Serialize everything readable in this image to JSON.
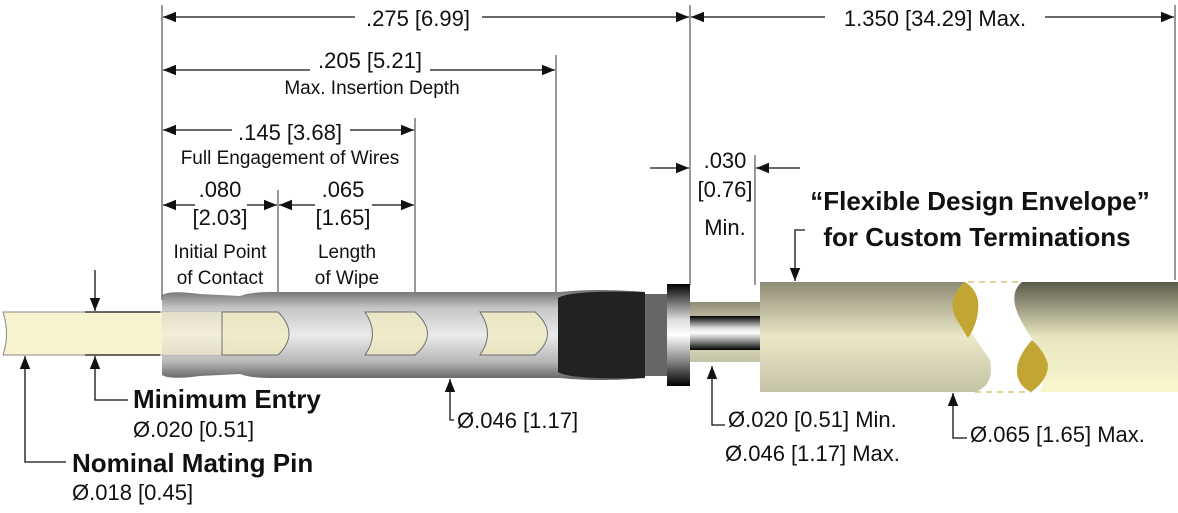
{
  "dimensions": {
    "overall_length": ".275 [6.99]",
    "max_insertion": ".205 [5.21]",
    "max_insertion_label": "Max. Insertion Depth",
    "full_engagement": ".145 [3.68]",
    "full_engagement_label": "Full Engagement of Wires",
    "initial_contact": ".080",
    "initial_contact_mm": "[2.03]",
    "initial_contact_label_1": "Initial Point",
    "initial_contact_label_2": "of Contact",
    "wipe": ".065",
    "wipe_mm": "[1.65]",
    "wipe_label_1": "Length",
    "wipe_label_2": "of Wipe",
    "envelope_length": "1.350 [34.29] Max.",
    "gap": ".030",
    "gap_mm": "[0.76]",
    "gap_label": "Min."
  },
  "callouts": {
    "envelope_title_1": "“Flexible Design Envelope”",
    "envelope_title_2": "for Custom Terminations",
    "minimum_entry": "Minimum Entry",
    "minimum_entry_dia": "Ø.020 [0.51]",
    "nominal_pin": "Nominal Mating Pin",
    "nominal_pin_dia": "Ø.018 [0.45]",
    "tube_dia": "Ø.046 [1.17]",
    "wire_dia_min": "Ø.020 [0.51] Min.",
    "wire_dia_max": "Ø.046 [1.17] Max.",
    "envelope_dia": "Ø.065 [1.65] Max."
  },
  "colors": {
    "pin": "#f7f3cf",
    "gold": "#c2a532",
    "body_gray": "#8a8a8a"
  }
}
